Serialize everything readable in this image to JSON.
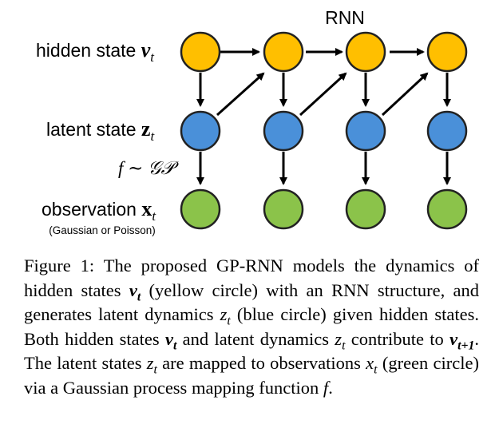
{
  "diagram": {
    "title": "RNN",
    "rows": {
      "hidden": {
        "label_text": "hidden state ",
        "symbol": "ν",
        "subscript": "t",
        "color": "#FFBF00"
      },
      "latent": {
        "label_text": "latent state ",
        "symbol": "z",
        "subscript": "t",
        "color": "#4A90D9"
      },
      "observation": {
        "label_text": "observation ",
        "symbol": "x",
        "subscript": "t",
        "color": "#8BC34A",
        "note": "(Gaussian or Poisson)"
      }
    },
    "mapping_label": "f ∼ 𝒢𝒫"
  },
  "caption": {
    "figure_label": "Figure 1:",
    "part1": " The proposed GP-RNN models the dynamics of hidden states ",
    "part2": " (yellow circle) with an RNN structure, and generates latent dynamics ",
    "part3": " (blue circle) given hidden states. Both hidden states ",
    "part4": " and latent dynamics ",
    "part5": " contribute to ",
    "part6": ". The latent states ",
    "part7": " are mapped to observations ",
    "part8": " (green circle) via a Gaussian process mapping function ",
    "part9": ".",
    "sym_nu": "ν",
    "sym_z": "z",
    "sym_x": "x",
    "sym_f": "f",
    "sub_t": "t",
    "sub_t1": "t+1"
  }
}
